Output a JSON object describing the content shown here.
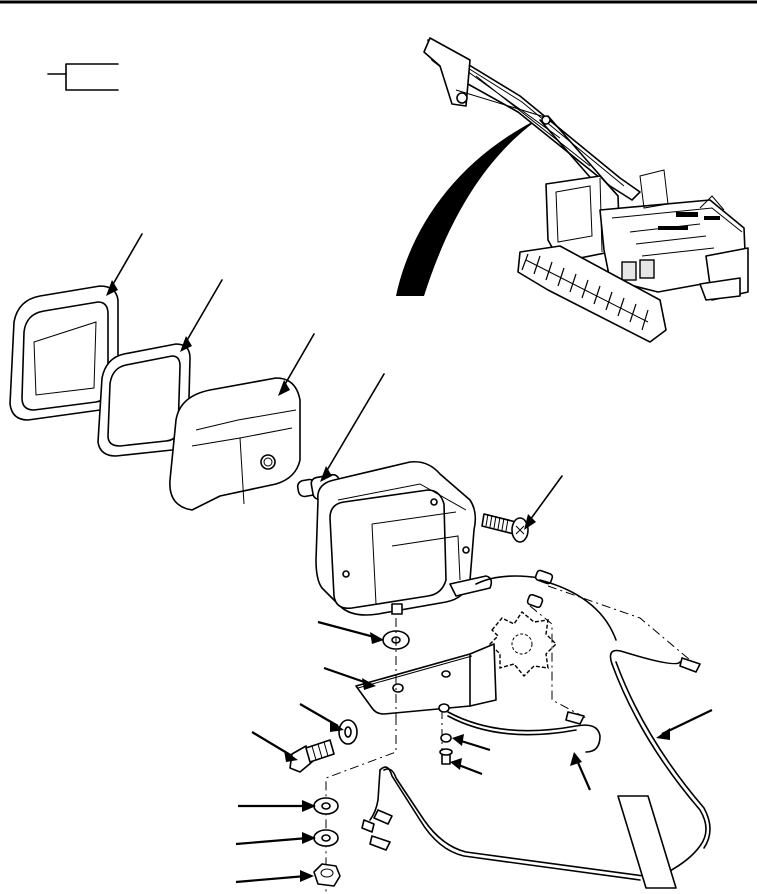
{
  "figure": {
    "callout_count": 16,
    "components": [
      "top-rule",
      "bracket-symbol",
      "excavator-overview",
      "location-pointer",
      "outer-gasket",
      "inner-gasket",
      "lens",
      "bulb",
      "housing",
      "screw",
      "lockwasher",
      "mounting-bracket",
      "flat-washer",
      "bolt",
      "ground-terminal",
      "terminal-screw",
      "terminal-washer",
      "wire-lead",
      "harness",
      "nut-washer",
      "lock-washer",
      "hex-nut",
      "connectors"
    ]
  },
  "colors": {
    "ink": "#000000",
    "paper": "#ffffff"
  }
}
